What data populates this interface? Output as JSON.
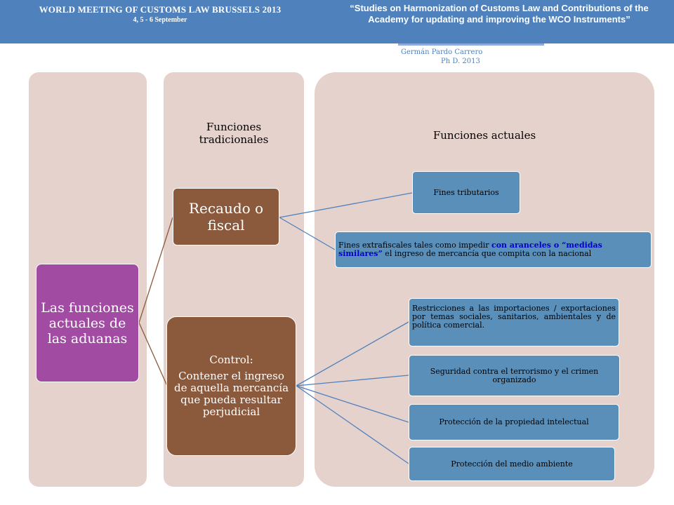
{
  "header": {
    "meeting_title": "WORLD MEETING OF CUSTOMS LAW BRUSSELS 2013",
    "meeting_dates": "4, 5 - 6 September",
    "study_title": "“Studies on Harmonization of Customs Law and Contributions of the Academy for updating and improving the WCO Instruments”",
    "author_line1": "Germán Pardo Carrero",
    "author_line2": "Ph D. 2013"
  },
  "columns": {
    "tradicionales": "Funciones tradicionales",
    "actuales": "Funciones actuales"
  },
  "nodes": {
    "root": "Las funciones actuales de las aduanas",
    "recaudo": "Recaudo o fiscal",
    "control_title": "Control:",
    "control_body": "Contener el ingreso de aquella mercancía que pueda resultar perjudicial",
    "fines_tributarios": "Fines tributarios",
    "fines_extrafiscales_1": "Fines extrafiscales  tales como impedir ",
    "fines_extrafiscales_highlight": "con aranceles o “medidas similares”",
    "fines_extrafiscales_2": " el ingreso de mercancía que compita con la nacional",
    "restricciones": "Restricciones a las importaciones / exportaciones por temas sociales, sanitarios, ambientales y de política comercial.",
    "seguridad": "Seguridad contra el terrorismo y el crimen organizado",
    "propiedad": "Protección de la propiedad intelectual",
    "medio_ambiente": "Protección del medio ambiente"
  },
  "colors": {
    "header_blue": "#4f81bd",
    "column_bg": "#e6d2cc",
    "root_purple": "#a14ba3",
    "level2_brown": "#8b5a3c",
    "level3_blue": "#5a8fba",
    "connector_brown": "#8b5a3c",
    "connector_blue": "#4f81bd",
    "highlight_text": "#0000cc"
  }
}
